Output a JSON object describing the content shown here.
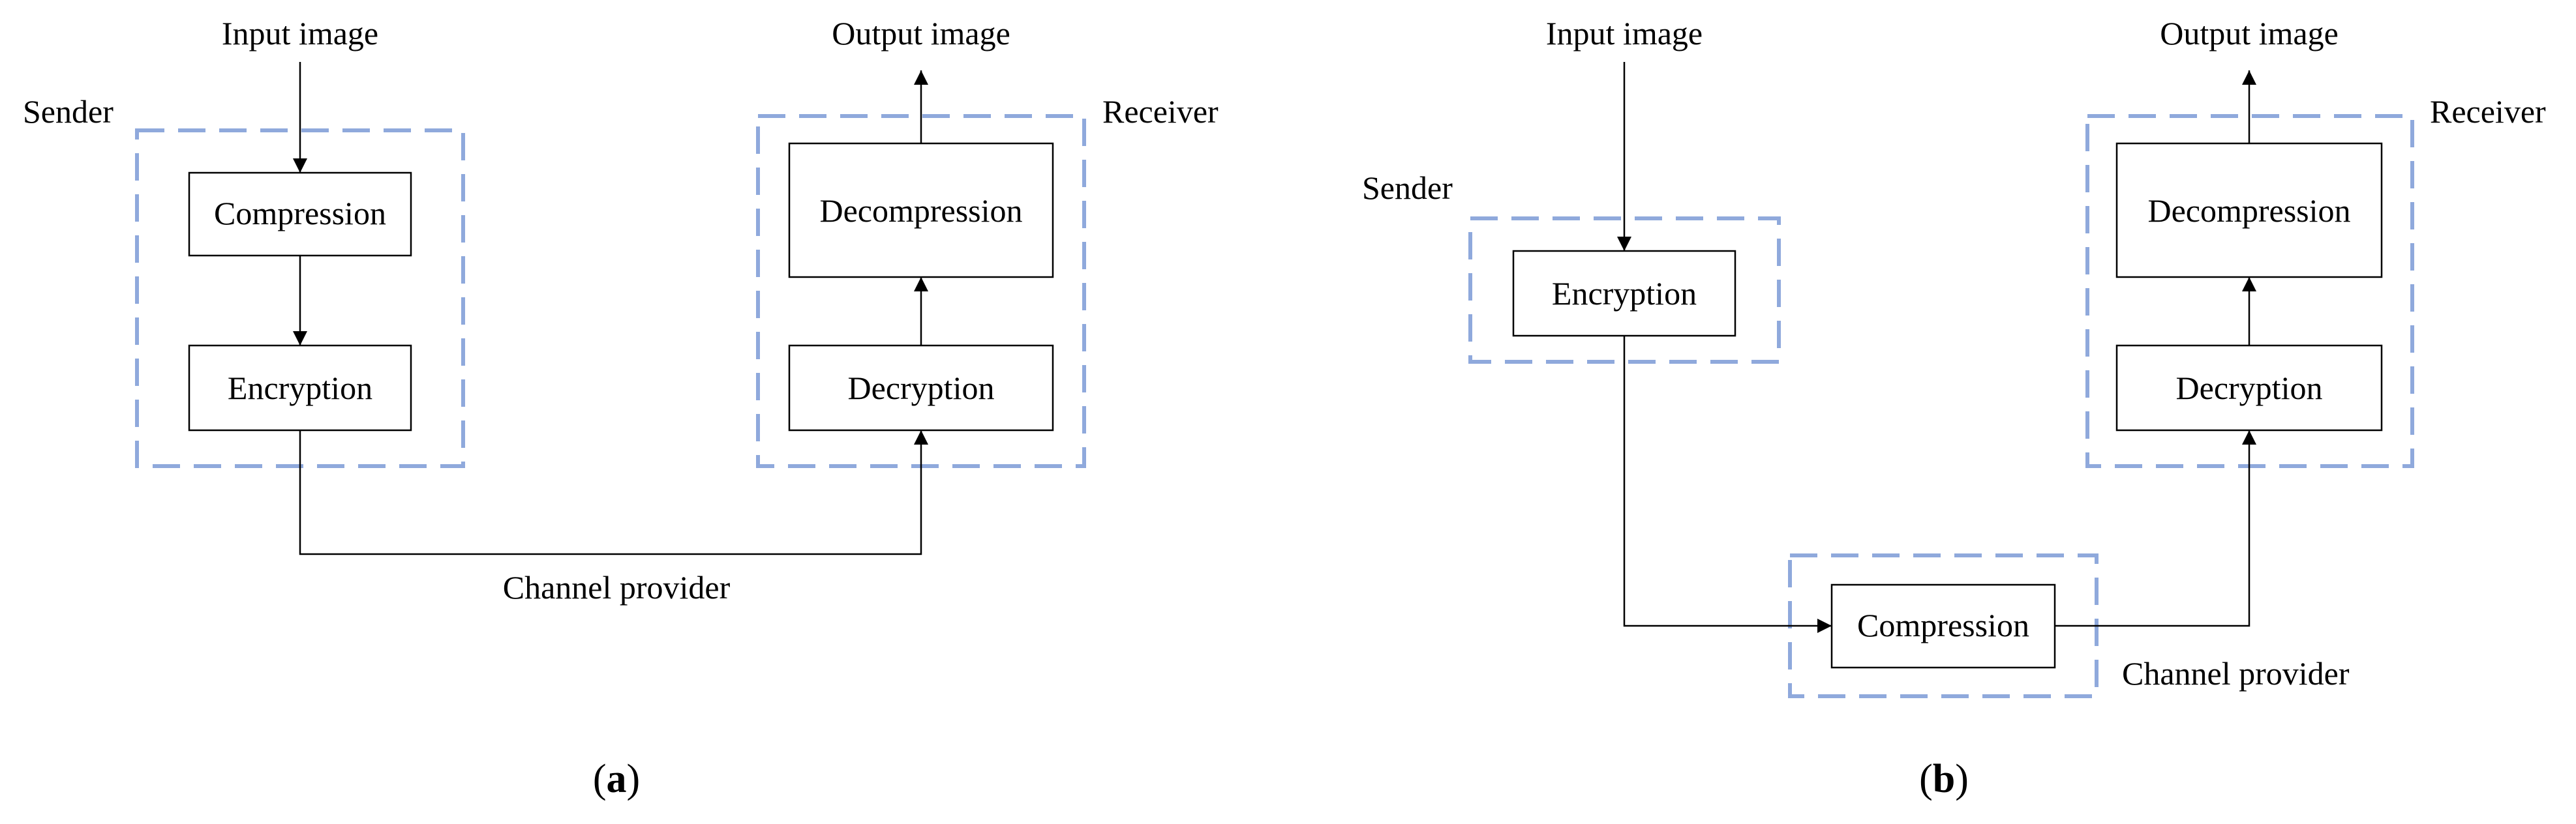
{
  "colors": {
    "dashed_boundary": "#8fa9dc",
    "stroke": "#000000"
  },
  "panel_a": {
    "input_label": "Input image",
    "output_label": "Output image",
    "sender_label": "Sender",
    "receiver_label": "Receiver",
    "compression_label": "Compression",
    "encryption_label": "Encryption",
    "decompression_label": "Decompression",
    "decryption_label": "Decryption",
    "channel_label": "Channel provider",
    "caption_open": "(",
    "caption_letter": "a",
    "caption_close": ")"
  },
  "panel_b": {
    "input_label": "Input image",
    "output_label": "Output image",
    "sender_label": "Sender",
    "receiver_label": "Receiver",
    "encryption_label": "Encryption",
    "compression_label": "Compression",
    "decompression_label": "Decompression",
    "decryption_label": "Decryption",
    "channel_label": "Channel provider",
    "caption_open": "(",
    "caption_letter": "b",
    "caption_close": ")"
  }
}
